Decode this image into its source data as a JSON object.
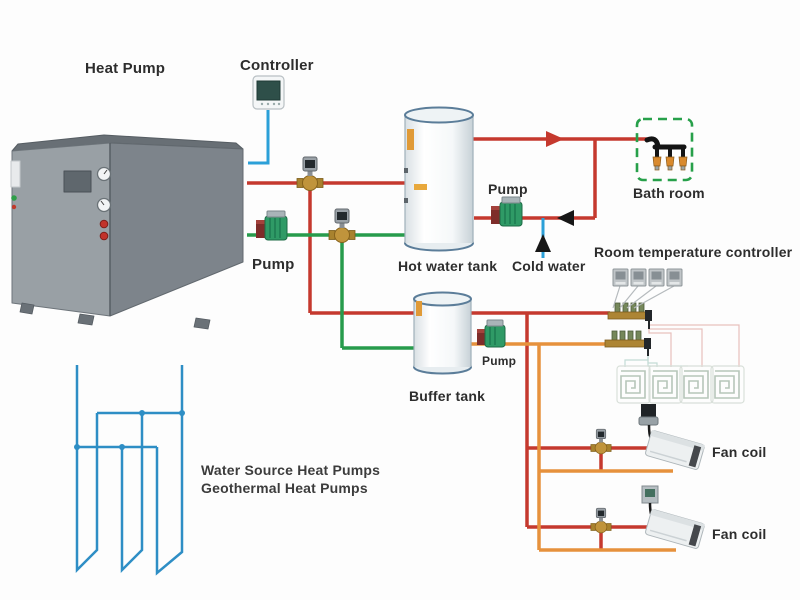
{
  "diagram": {
    "labels": {
      "heat_pump": "Heat Pump",
      "controller": "Controller",
      "source_pump": "Pump",
      "hot_water_tank": "Hot water tank",
      "dhw_pump": "Pump",
      "cold_water": "Cold water",
      "bath_room": "Bath room",
      "room_temperature_controller": "Room temperature controller",
      "buffer_tank": "Buffer tank",
      "buffer_pump": "Pump",
      "fan_coil_upper": "Fan coil",
      "fan_coil_lower": "Fan coil",
      "caption_line1": "Water Source Heat Pumps",
      "caption_line2": "Geothermal Heat Pumps"
    },
    "colors": {
      "hot_supply_pipe": "#c5392e",
      "source_loop_pipe": "#279b4c",
      "heating_return_pipe": "#e6913c",
      "control_wire": "#2ba0d8",
      "ground_loop_pipe": "#2e8ec5",
      "bathroom_zone_border": "#27a04a"
    }
  }
}
